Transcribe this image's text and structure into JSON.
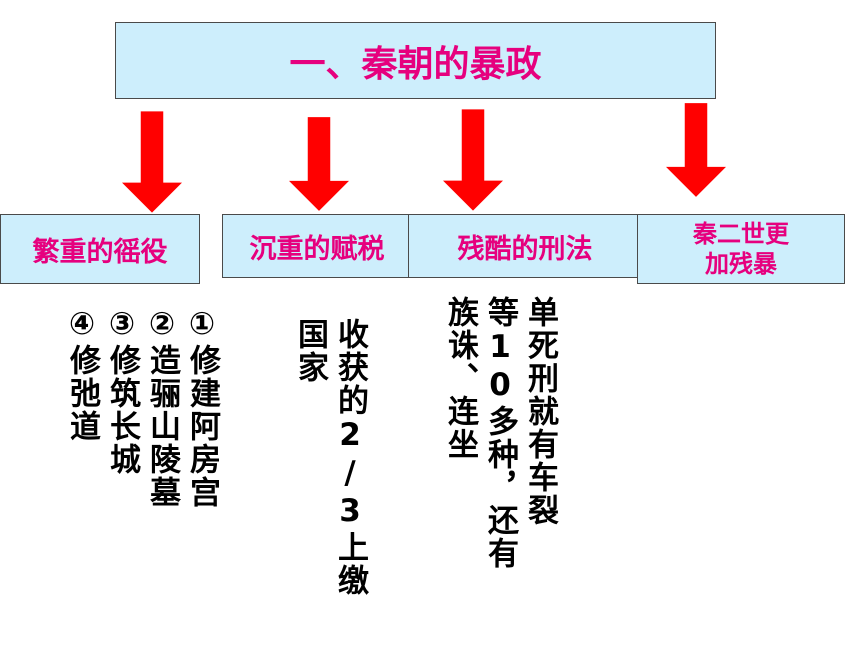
{
  "title": "一、秦朝的暴政",
  "categories": [
    {
      "label": "繁重的徭役",
      "details": [
        "①修建阿房宫",
        "②造骊山陵墓",
        "③修筑长城",
        "④修弛道"
      ]
    },
    {
      "label": "沉重的赋税",
      "details": [
        "收获的2/3上缴",
        "国家"
      ]
    },
    {
      "label": "残酷的刑法",
      "details": [
        "单死刑就有车裂",
        "等10多种，还有",
        "族诛、连坐"
      ]
    },
    {
      "label_lines": [
        "秦二世更",
        "加残暴"
      ]
    }
  ],
  "colors": {
    "box_fill": "#cdeefc",
    "label_text": "#e6007e",
    "arrow": "#ff0000",
    "detail_text": "#000000"
  }
}
